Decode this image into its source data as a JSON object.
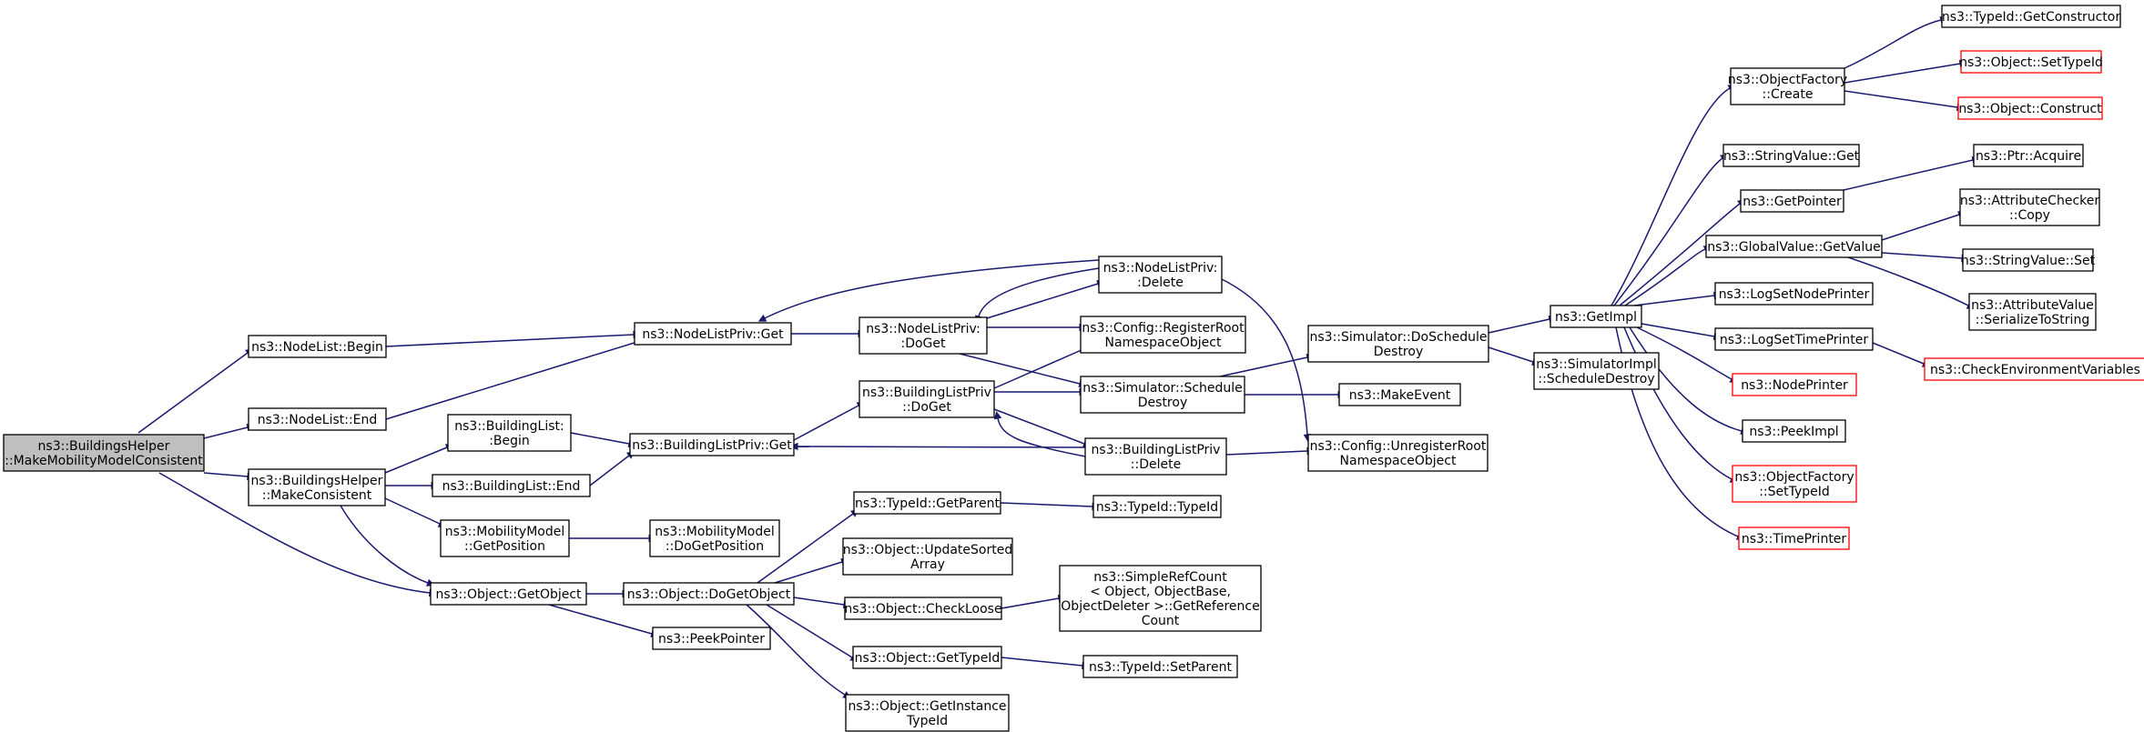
{
  "colors": {
    "edge": "#191970",
    "truncated_border": "#ff0000",
    "root_fill": "#bfbfbf",
    "node_border": "#000000"
  },
  "nodes": [
    {
      "id": "root",
      "lines": [
        "ns3::BuildingsHelper",
        "::MakeMobilityModelConsistent"
      ],
      "root": true
    },
    {
      "id": "nlbegin",
      "lines": [
        "ns3::NodeList::Begin"
      ]
    },
    {
      "id": "nlend",
      "lines": [
        "ns3::NodeList::End"
      ]
    },
    {
      "id": "bhmc",
      "lines": [
        "ns3::BuildingsHelper",
        "::MakeConsistent"
      ]
    },
    {
      "id": "objgetobj",
      "lines": [
        "ns3::Object::GetObject"
      ]
    },
    {
      "id": "nlpget",
      "lines": [
        "ns3::NodeListPriv::Get"
      ]
    },
    {
      "id": "blbegin",
      "lines": [
        "ns3::BuildingList:",
        ":Begin"
      ]
    },
    {
      "id": "blend",
      "lines": [
        "ns3::BuildingList::End"
      ]
    },
    {
      "id": "mmgetpos",
      "lines": [
        "ns3::MobilityModel",
        "::GetPosition"
      ]
    },
    {
      "id": "blpget",
      "lines": [
        "ns3::BuildingListPriv::Get"
      ]
    },
    {
      "id": "mmdogetpos",
      "lines": [
        "ns3::MobilityModel",
        "::DoGetPosition"
      ]
    },
    {
      "id": "objdogetobj",
      "lines": [
        "ns3::Object::DoGetObject"
      ]
    },
    {
      "id": "peekptr",
      "lines": [
        "ns3::PeekPointer"
      ]
    },
    {
      "id": "nlpdoget",
      "lines": [
        "ns3::NodeListPriv:",
        ":DoGet"
      ]
    },
    {
      "id": "blpdoget",
      "lines": [
        "ns3::BuildingListPriv",
        "::DoGet"
      ]
    },
    {
      "id": "nlpdelete",
      "lines": [
        "ns3::NodeListPriv:",
        ":Delete"
      ]
    },
    {
      "id": "blpdelete",
      "lines": [
        "ns3::BuildingListPriv",
        "::Delete"
      ]
    },
    {
      "id": "cfgreg",
      "lines": [
        "ns3::Config::RegisterRoot",
        "NamespaceObject"
      ]
    },
    {
      "id": "simsched",
      "lines": [
        "ns3::Simulator::Schedule",
        "Destroy"
      ]
    },
    {
      "id": "makeevent",
      "lines": [
        "ns3::MakeEvent"
      ]
    },
    {
      "id": "cfgunreg",
      "lines": [
        "ns3::Config::UnregisterRoot",
        "NamespaceObject"
      ]
    },
    {
      "id": "simdosched",
      "lines": [
        "ns3::Simulator::DoSchedule",
        "Destroy"
      ]
    },
    {
      "id": "tidgetparent",
      "lines": [
        "ns3::TypeId::GetParent"
      ]
    },
    {
      "id": "tidtypeid",
      "lines": [
        "ns3::TypeId::TypeId"
      ]
    },
    {
      "id": "objupdsorted",
      "lines": [
        "ns3::Object::UpdateSorted",
        "Array"
      ]
    },
    {
      "id": "objcheckloose",
      "lines": [
        "ns3::Object::CheckLoose"
      ]
    },
    {
      "id": "srcgetref",
      "lines": [
        "ns3::SimpleRefCount",
        "< Object, ObjectBase,",
        "ObjectDeleter >::GetReference",
        "Count"
      ]
    },
    {
      "id": "objgettid",
      "lines": [
        "ns3::Object::GetTypeId"
      ]
    },
    {
      "id": "tidsetparent",
      "lines": [
        "ns3::TypeId::SetParent"
      ]
    },
    {
      "id": "objgetinst",
      "lines": [
        "ns3::Object::GetInstance",
        "TypeId"
      ]
    },
    {
      "id": "getimpl",
      "lines": [
        "ns3::GetImpl"
      ]
    },
    {
      "id": "simimplsched",
      "lines": [
        "ns3::SimulatorImpl",
        "::ScheduleDestroy"
      ]
    },
    {
      "id": "objfactcreate",
      "lines": [
        "ns3::ObjectFactory",
        "::Create"
      ]
    },
    {
      "id": "strvalget",
      "lines": [
        "ns3::StringValue::Get"
      ]
    },
    {
      "id": "getpointer",
      "lines": [
        "ns3::GetPointer"
      ]
    },
    {
      "id": "gvgetvalue",
      "lines": [
        "ns3::GlobalValue::GetValue"
      ]
    },
    {
      "id": "logsetnode",
      "lines": [
        "ns3::LogSetNodePrinter"
      ]
    },
    {
      "id": "logsettime",
      "lines": [
        "ns3::LogSetTimePrinter"
      ]
    },
    {
      "id": "nodeprinter",
      "lines": [
        "ns3::NodePrinter"
      ],
      "truncated": true
    },
    {
      "id": "peekimpl",
      "lines": [
        "ns3::PeekImpl"
      ]
    },
    {
      "id": "ofsettid",
      "lines": [
        "ns3::ObjectFactory",
        "::SetTypeId"
      ],
      "truncated": true
    },
    {
      "id": "timeprinter",
      "lines": [
        "ns3::TimePrinter"
      ],
      "truncated": true
    },
    {
      "id": "tidgetctor",
      "lines": [
        "ns3::TypeId::GetConstructor"
      ]
    },
    {
      "id": "objsettid",
      "lines": [
        "ns3::Object::SetTypeId"
      ],
      "truncated": true
    },
    {
      "id": "objconstruct",
      "lines": [
        "ns3::Object::Construct"
      ],
      "truncated": true
    },
    {
      "id": "ptracquire",
      "lines": [
        "ns3::Ptr::Acquire"
      ]
    },
    {
      "id": "attrchkcopy",
      "lines": [
        "ns3::AttributeChecker",
        "::Copy"
      ]
    },
    {
      "id": "strvalset",
      "lines": [
        "ns3::StringValue::Set"
      ]
    },
    {
      "id": "attrvalser",
      "lines": [
        "ns3::AttributeValue",
        "::SerializeToString"
      ]
    },
    {
      "id": "checkenv",
      "lines": [
        "ns3::CheckEnvironmentVariables"
      ],
      "truncated": true
    }
  ]
}
